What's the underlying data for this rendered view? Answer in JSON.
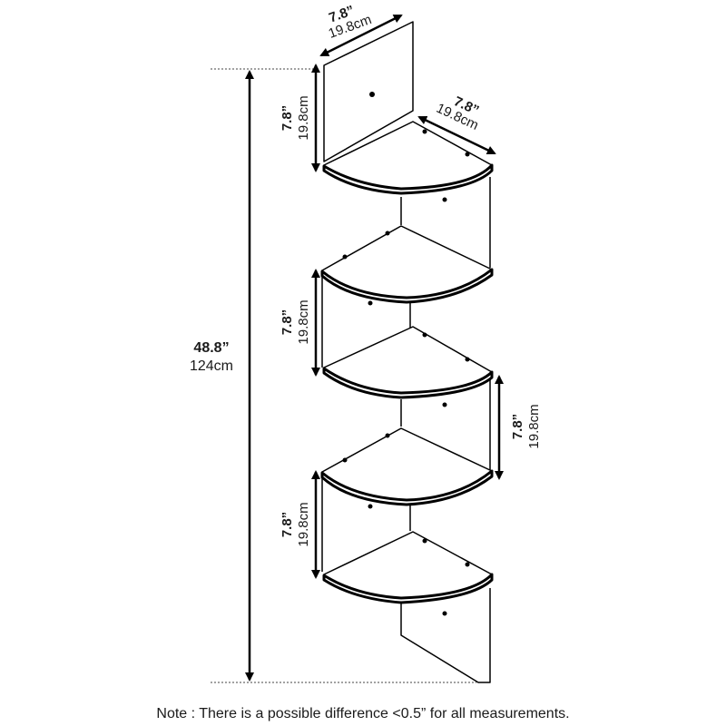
{
  "diagram": {
    "total_height": {
      "imperial": "48.8”",
      "metric": "124cm"
    },
    "top_width": {
      "imperial": "7.8”",
      "metric": "19.8cm"
    },
    "depth": {
      "imperial": "7.8”",
      "metric": "19.8cm"
    },
    "shelf_gaps": [
      {
        "imperial": "7.8”",
        "metric": "19.8cm"
      },
      {
        "imperial": "7.8”",
        "metric": "19.8cm"
      },
      {
        "imperial": "7.8”",
        "metric": "19.8cm"
      },
      {
        "imperial": "7.8”",
        "metric": "19.8cm"
      }
    ],
    "note": "Note : There is a possible difference <0.5” for all measurements.",
    "colors": {
      "line": "#000000",
      "text": "#1a1a1a",
      "background": "#ffffff"
    }
  }
}
